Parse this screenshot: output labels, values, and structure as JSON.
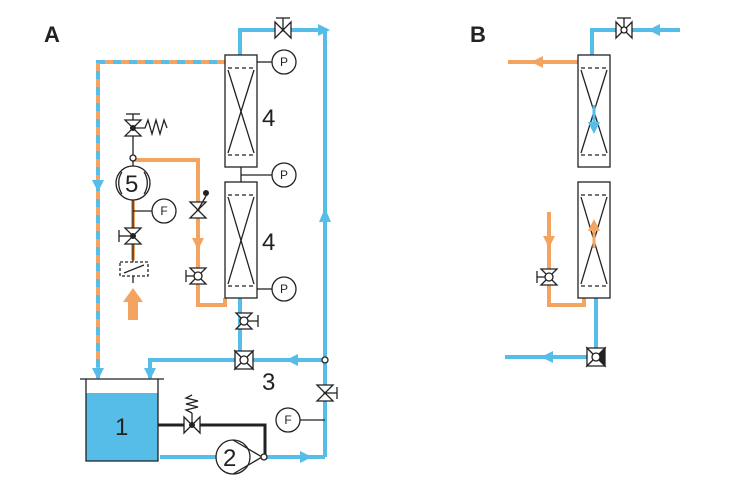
{
  "panels": {
    "a_label": "A",
    "b_label": "B"
  },
  "components": {
    "tank": "1",
    "pump": "2",
    "three_way_valve": "3",
    "column_upper": "4",
    "column_lower": "4",
    "peristaltic_pump": "5"
  },
  "instruments": {
    "pressure_gauge": "P",
    "flow_meter": "F"
  },
  "colors": {
    "water_line": "#55bde8",
    "feed_line": "#f3a461",
    "tank_fill": "#55bde8",
    "outline": "#222222"
  }
}
